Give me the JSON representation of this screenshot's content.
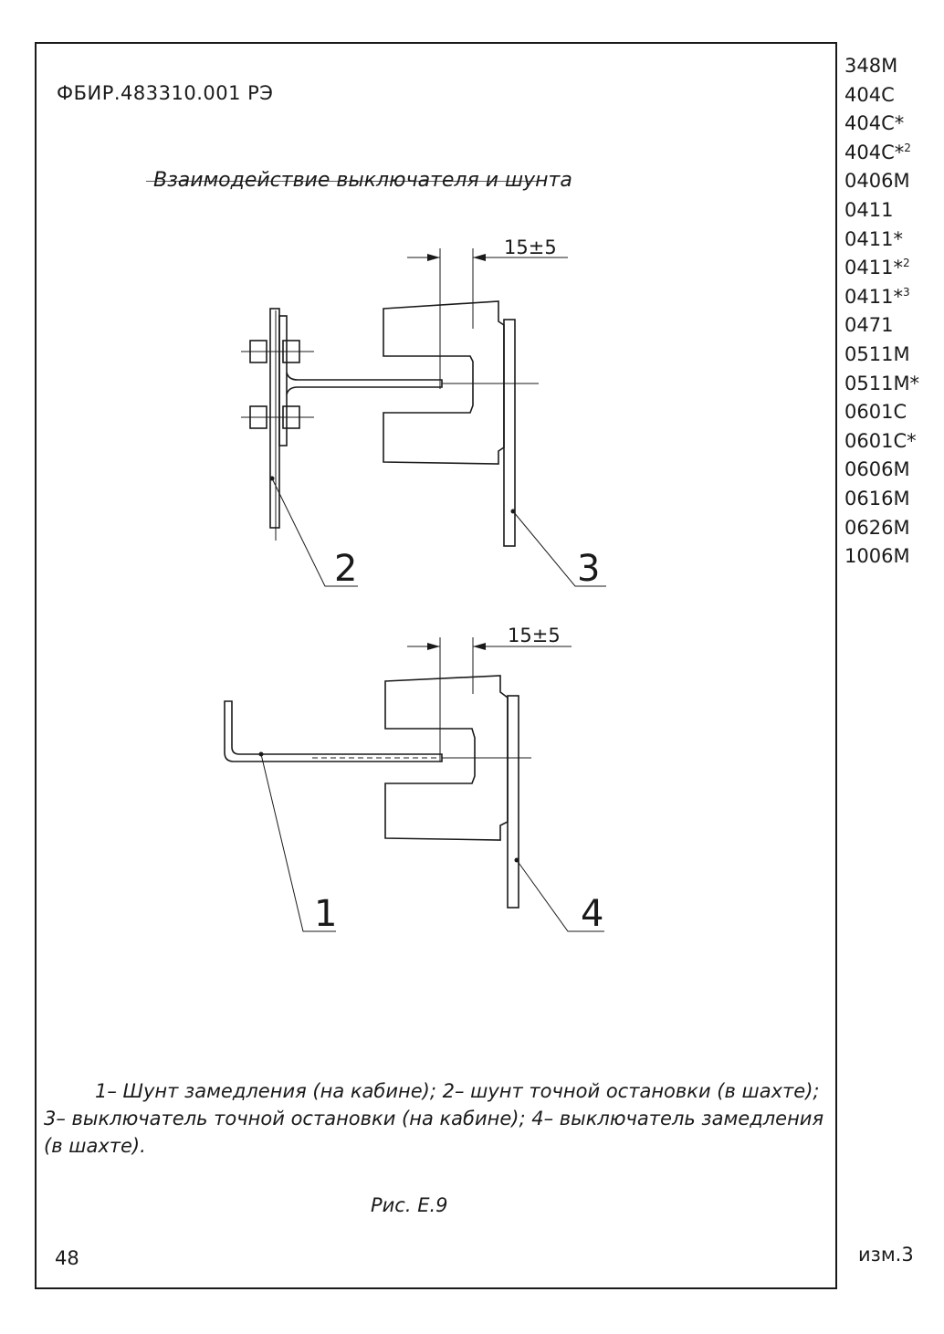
{
  "header": {
    "doc_code": "ФБИР.483310.001 РЭ",
    "heading": "Взаимодействие выключателя и шунта"
  },
  "models": [
    {
      "base": "348М",
      "sup": ""
    },
    {
      "base": "404С",
      "sup": ""
    },
    {
      "base": "404С*",
      "sup": ""
    },
    {
      "base": "404С*",
      "sup": "2"
    },
    {
      "base": "0406М",
      "sup": ""
    },
    {
      "base": "0411",
      "sup": ""
    },
    {
      "base": "0411*",
      "sup": ""
    },
    {
      "base": "0411*",
      "sup": "2"
    },
    {
      "base": "0411*",
      "sup": "3"
    },
    {
      "base": "0471",
      "sup": ""
    },
    {
      "base": "0511М",
      "sup": ""
    },
    {
      "base": "0511М*",
      "sup": ""
    },
    {
      "base": "0601С",
      "sup": ""
    },
    {
      "base": "0601С*",
      "sup": ""
    },
    {
      "base": "0606М",
      "sup": ""
    },
    {
      "base": "0616М",
      "sup": ""
    },
    {
      "base": "0626М",
      "sup": ""
    },
    {
      "base": "1006М",
      "sup": ""
    }
  ],
  "diagram": {
    "top_dimension": "15±5",
    "bottom_dimension": "15±5",
    "callouts": {
      "c1": "1",
      "c2": "2",
      "c3": "3",
      "c4": "4"
    }
  },
  "caption": {
    "line1": "1– Шунт замедления (на кабине); 2– шунт точной остановки (в шахте);",
    "line2": "3– выключатель точной остановки (на кабине); 4– выключатель замедления",
    "line3": "(в шахте)."
  },
  "figure_label": "Рис. Е.9",
  "footer": {
    "page_number": "48",
    "revision": "изм.3"
  }
}
